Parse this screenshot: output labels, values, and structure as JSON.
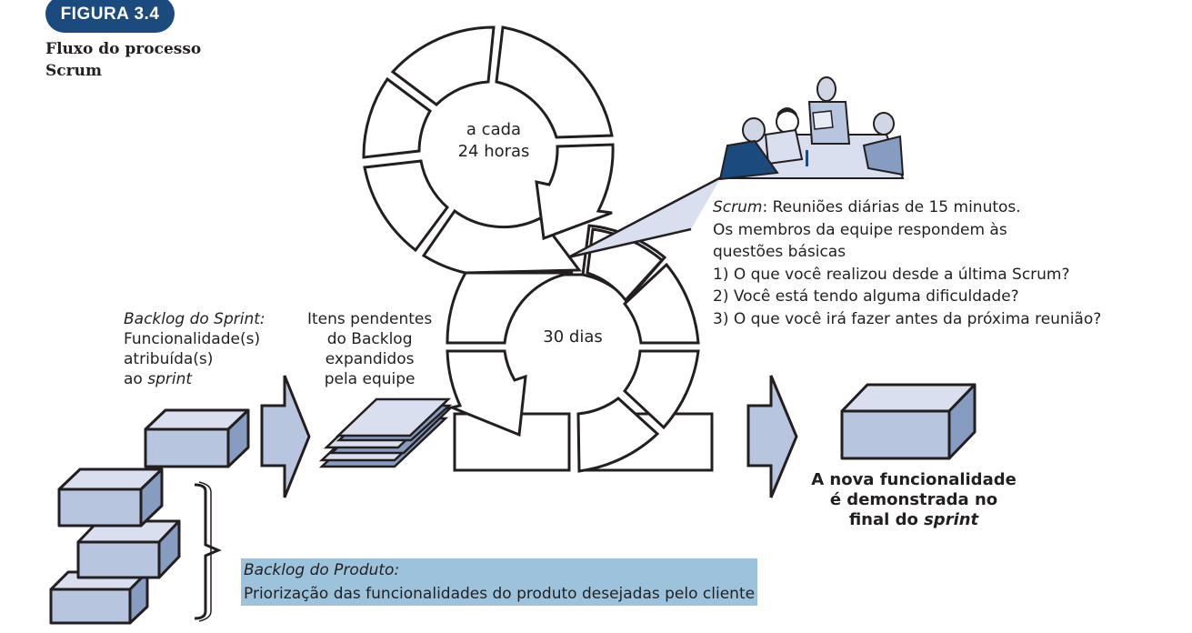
{
  "figure": {
    "badge": "FIGURA 3.4",
    "title_line1": "Fluxo do processo",
    "title_line2": "Scrum"
  },
  "cycles": {
    "daily": {
      "line1": "a cada",
      "line2": "24 horas"
    },
    "sprint": {
      "label": "30 dias"
    }
  },
  "scrum_meeting": {
    "term": "Scrum",
    "line1_rest": ": Reuniões diárias de 15 minutos.",
    "line2": "Os membros da equipe respondem às",
    "line3": "questões básicas",
    "questions": [
      "1) O que você realizou desde a última Scrum?",
      "2) Você está tendo alguma dificuldade?",
      "3) O que você irá fazer antes da próxima reunião?"
    ]
  },
  "sprint_backlog": {
    "title": "Backlog do Sprint:",
    "line1": "Funcionalidade(s)",
    "line2": "atribuída(s)",
    "line3_prefix": "ao ",
    "line3_italic": "sprint"
  },
  "pending_items": {
    "line1": "Itens pendentes",
    "line2": "do Backlog",
    "line3": "expandidos",
    "line4": "pela equipe"
  },
  "result": {
    "line1": "A nova funcionalidade",
    "line2": "é demonstrada no",
    "line3_prefix": "final do ",
    "line3_italic": "sprint"
  },
  "product_backlog": {
    "title": "Backlog do Produto:",
    "description": "Priorização das funcionalidades do produto desejadas pelo cliente"
  },
  "colors": {
    "badge": "#1b4a7f",
    "box_front": "#b8c5de",
    "box_top": "#d9dfee",
    "box_side": "#869cc0",
    "highlight": "#9dc3dc",
    "stroke": "#231f20"
  }
}
